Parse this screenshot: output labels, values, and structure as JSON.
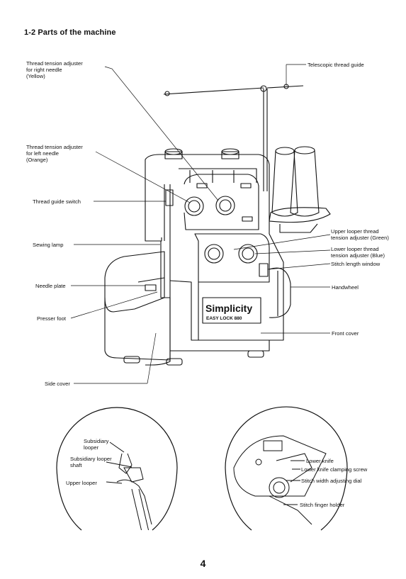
{
  "section": {
    "title": "1-2  Parts of the machine"
  },
  "brand": {
    "name": "Simplicity",
    "model": "EASY LOCK 880"
  },
  "labels": {
    "tension_right": "Thread tension adjuster\nfor right needle\n(Yellow)",
    "telescopic_guide": "Telescopic thread guide",
    "tension_left": "Thread tension adjuster\nfor left needle\n(Orange)",
    "thread_guide_switch": "Thread guide switch",
    "sewing_lamp": "Sewing lamp",
    "upper_looper_tension": "Upper looper thread\ntension adjuster (Green)",
    "lower_looper_tension": "Lower looper thread\ntension adjuster (Blue)",
    "stitch_length_window": "Stitch length window",
    "needle_plate": "Needle plate",
    "handwheel": "Handwheel",
    "presser_foot": "Presser foot",
    "front_cover": "Front cover",
    "side_cover": "Side cover"
  },
  "inset_left": {
    "subsidiary_looper": "Subsidiary\nlooper",
    "subsidiary_looper_shaft": "Subsidiary looper\nshaft",
    "upper_looper": "Upper looper"
  },
  "inset_right": {
    "lower_knife": "Lower knife",
    "lower_knife_clamping_screw": "Lower knife clamping screw",
    "stitch_width_dial": "Stitch width adjusting dial",
    "stitch_finger_holder": "Stitch finger holder"
  },
  "page": {
    "number": "4"
  }
}
